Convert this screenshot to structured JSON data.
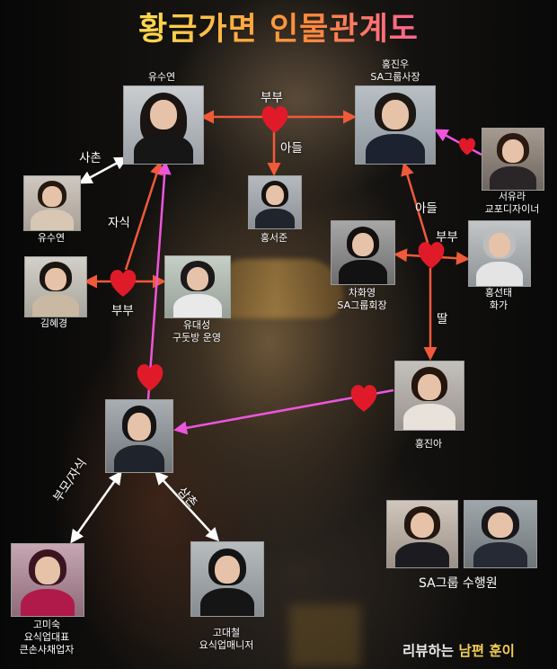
{
  "title": "황금가면 인물관계도",
  "people": {
    "yoo_suyeon": "유수연",
    "hong_jinwoo": [
      "홍진우",
      "SA그룹사장"
    ],
    "seo_yura": [
      "서유라",
      "교포디자이너"
    ],
    "yoo_suyeon_2": "유수연",
    "hong_seojun": "홍서준",
    "cha_hwayoung": [
      "차화영",
      "SA그룹회장"
    ],
    "hong_seontae": [
      "홍선태",
      "화가"
    ],
    "kim_hyekyung": "김혜경",
    "yoo_daesung": [
      "유대성",
      "구둣방 운영"
    ],
    "hong_jina": "홍진아",
    "go_misuk": [
      "고미숙",
      "요식업대표",
      "큰손사채업자"
    ],
    "go_daecheol": [
      "고대철",
      "요식업매니저"
    ]
  },
  "relations": {
    "bubu_top": "부부",
    "adeul_top": "아들",
    "sachon": "사촌",
    "jasik": "자식",
    "bubu_left": "부부",
    "adeul_right": "아들",
    "bubu_right": "부부",
    "ttal": "딸",
    "bumo_jasik": "부모/자식",
    "samchon": "삼촌"
  },
  "footer": {
    "sa_servants": "SA그룹 수행원",
    "credit_white": "리뷰하는",
    "credit_gold": "남편 훈이"
  },
  "colors": {
    "orange_line": "#f05a3a",
    "pink_line": "#ee55dd",
    "white_line": "#ffffff",
    "heart": "#e11a2a"
  }
}
